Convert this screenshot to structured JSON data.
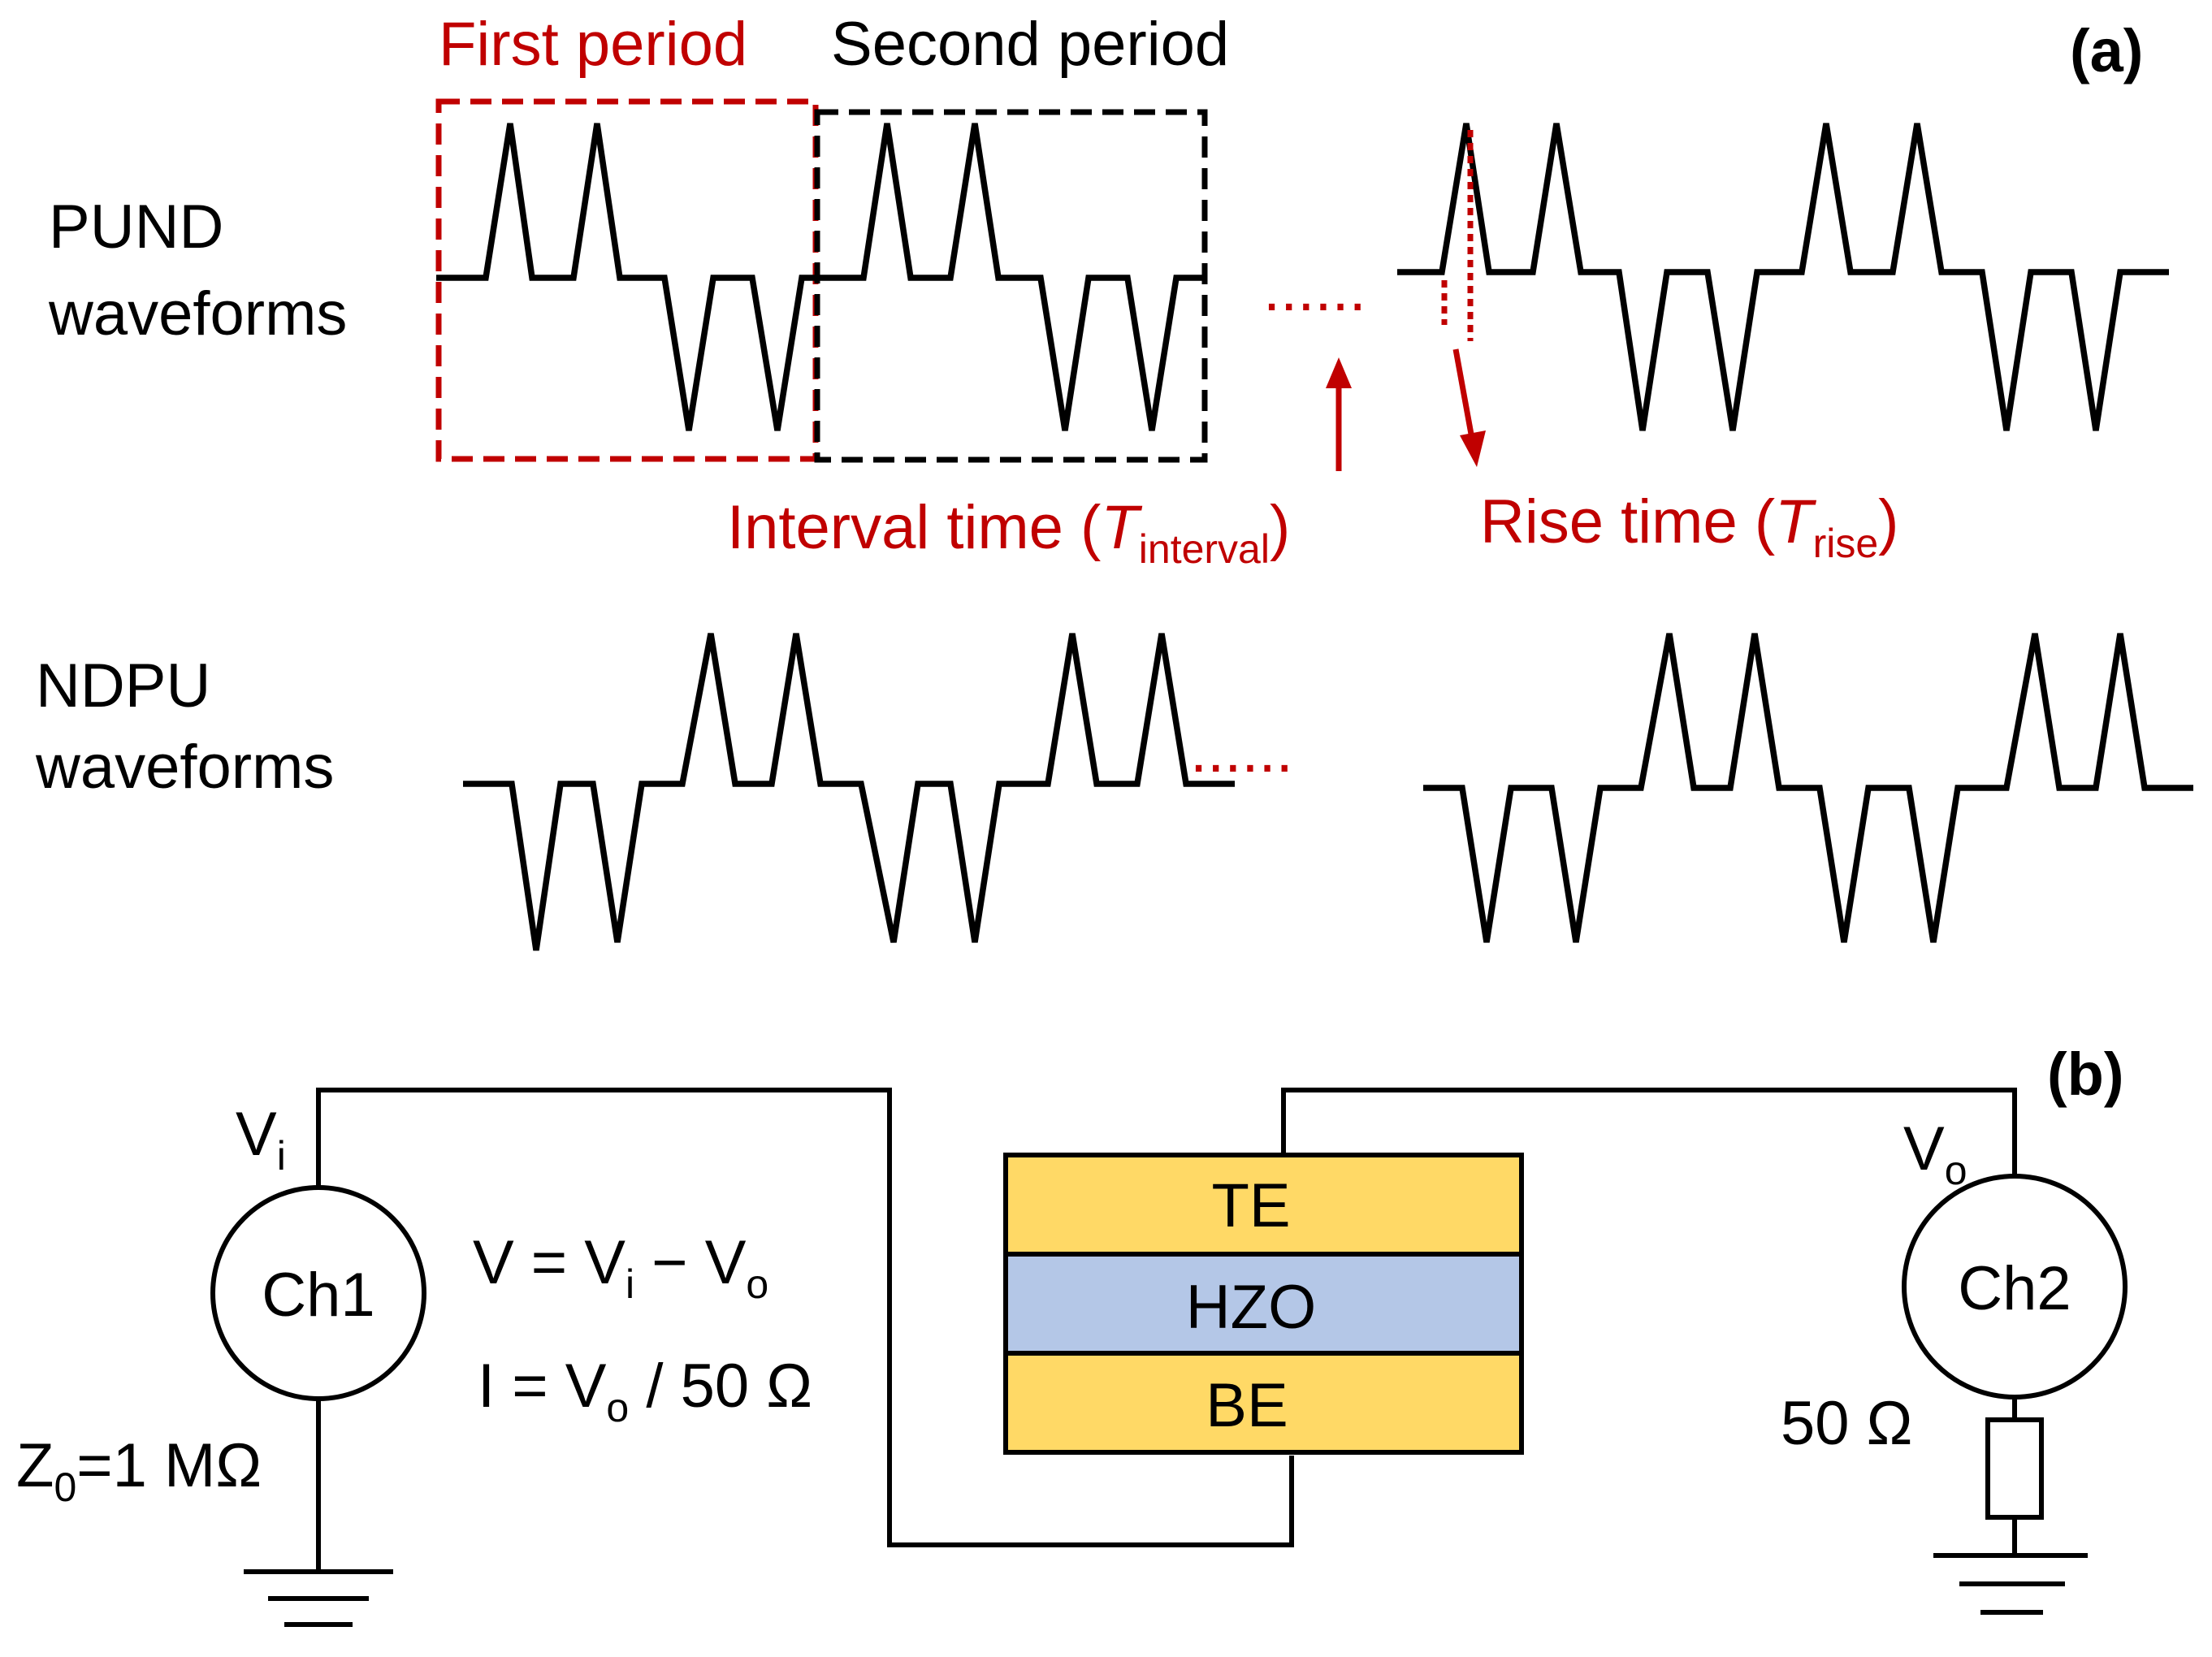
{
  "panel_a": {
    "label": "(a)",
    "first_period": "First period",
    "second_period": "Second period",
    "pund_line1": "PUND",
    "pund_line2": "waveforms",
    "ndpu_line1": "NDPU",
    "ndpu_line2": "waveforms",
    "interval_prefix": "Interval time (",
    "interval_symbol": "T",
    "interval_sub": "interval",
    "interval_suffix": ")",
    "rise_prefix": "Rise time (",
    "rise_symbol": "T",
    "rise_sub": "rise",
    "rise_suffix": ")",
    "ellipsis": "......"
  },
  "panel_b": {
    "label": "(b)",
    "vi_main": "V",
    "vi_sub": "i",
    "vo_main": "V",
    "vo_sub": "o",
    "ch1": "Ch1",
    "ch2": "Ch2",
    "z0_main": "Z",
    "z0_sub": "0",
    "z0_rest": "=1 MΩ",
    "eq_v_a": "V = V",
    "eq_v_sub1": "i",
    "eq_v_b": " − V",
    "eq_v_sub2": "o",
    "eq_i_a": "I = V",
    "eq_i_sub": "o",
    "eq_i_b": " / 50 Ω",
    "te": "TE",
    "hzo": "HZO",
    "be": "BE",
    "r_label": "50 Ω"
  },
  "colors": {
    "accent_red": "#c00000",
    "electrode_yellow": "#ffd966",
    "hzo_blue": "#b4c7e7",
    "line": "#000000"
  }
}
